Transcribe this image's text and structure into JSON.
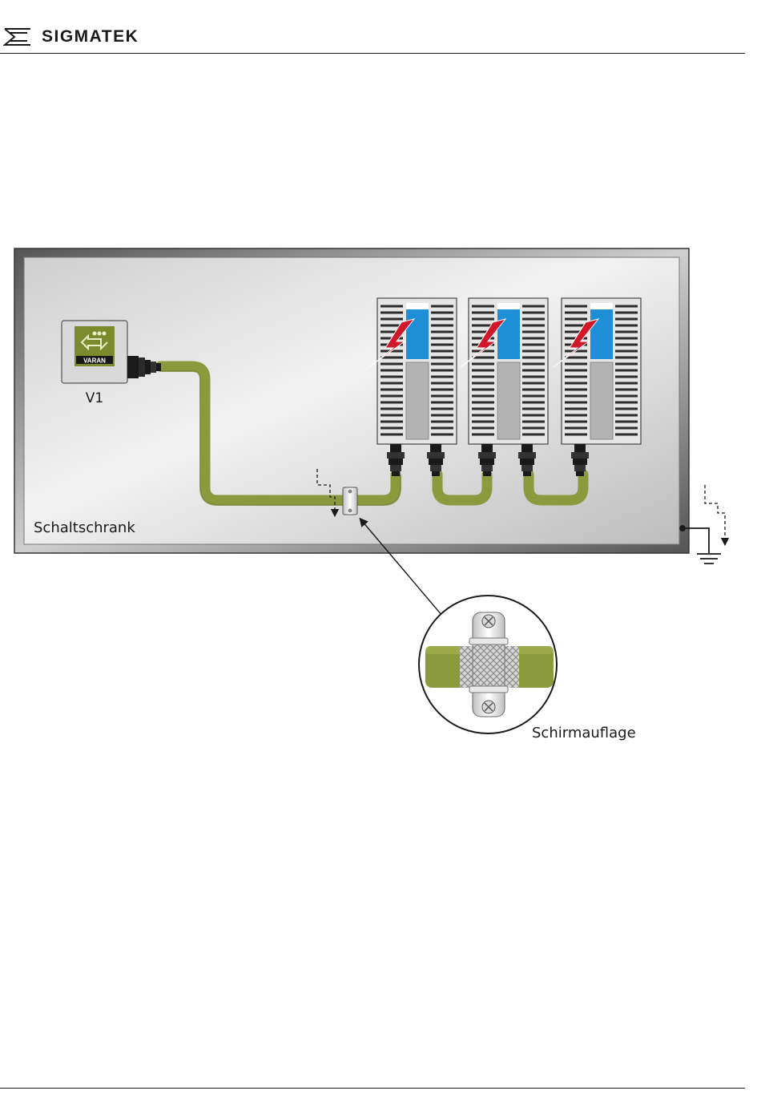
{
  "header": {
    "brand": "SIGMATEK"
  },
  "figure": {
    "module_label": "V1",
    "module_logo_text": "VARAN",
    "cabinet_label": "Schaltschrank",
    "detail_label": "Schirmauflage"
  },
  "colors": {
    "cable": "#8c9a3e",
    "lightning": "#d0182a",
    "module_blue": "#1e8fd6",
    "cabinet_frame": "#6a6a6a"
  }
}
